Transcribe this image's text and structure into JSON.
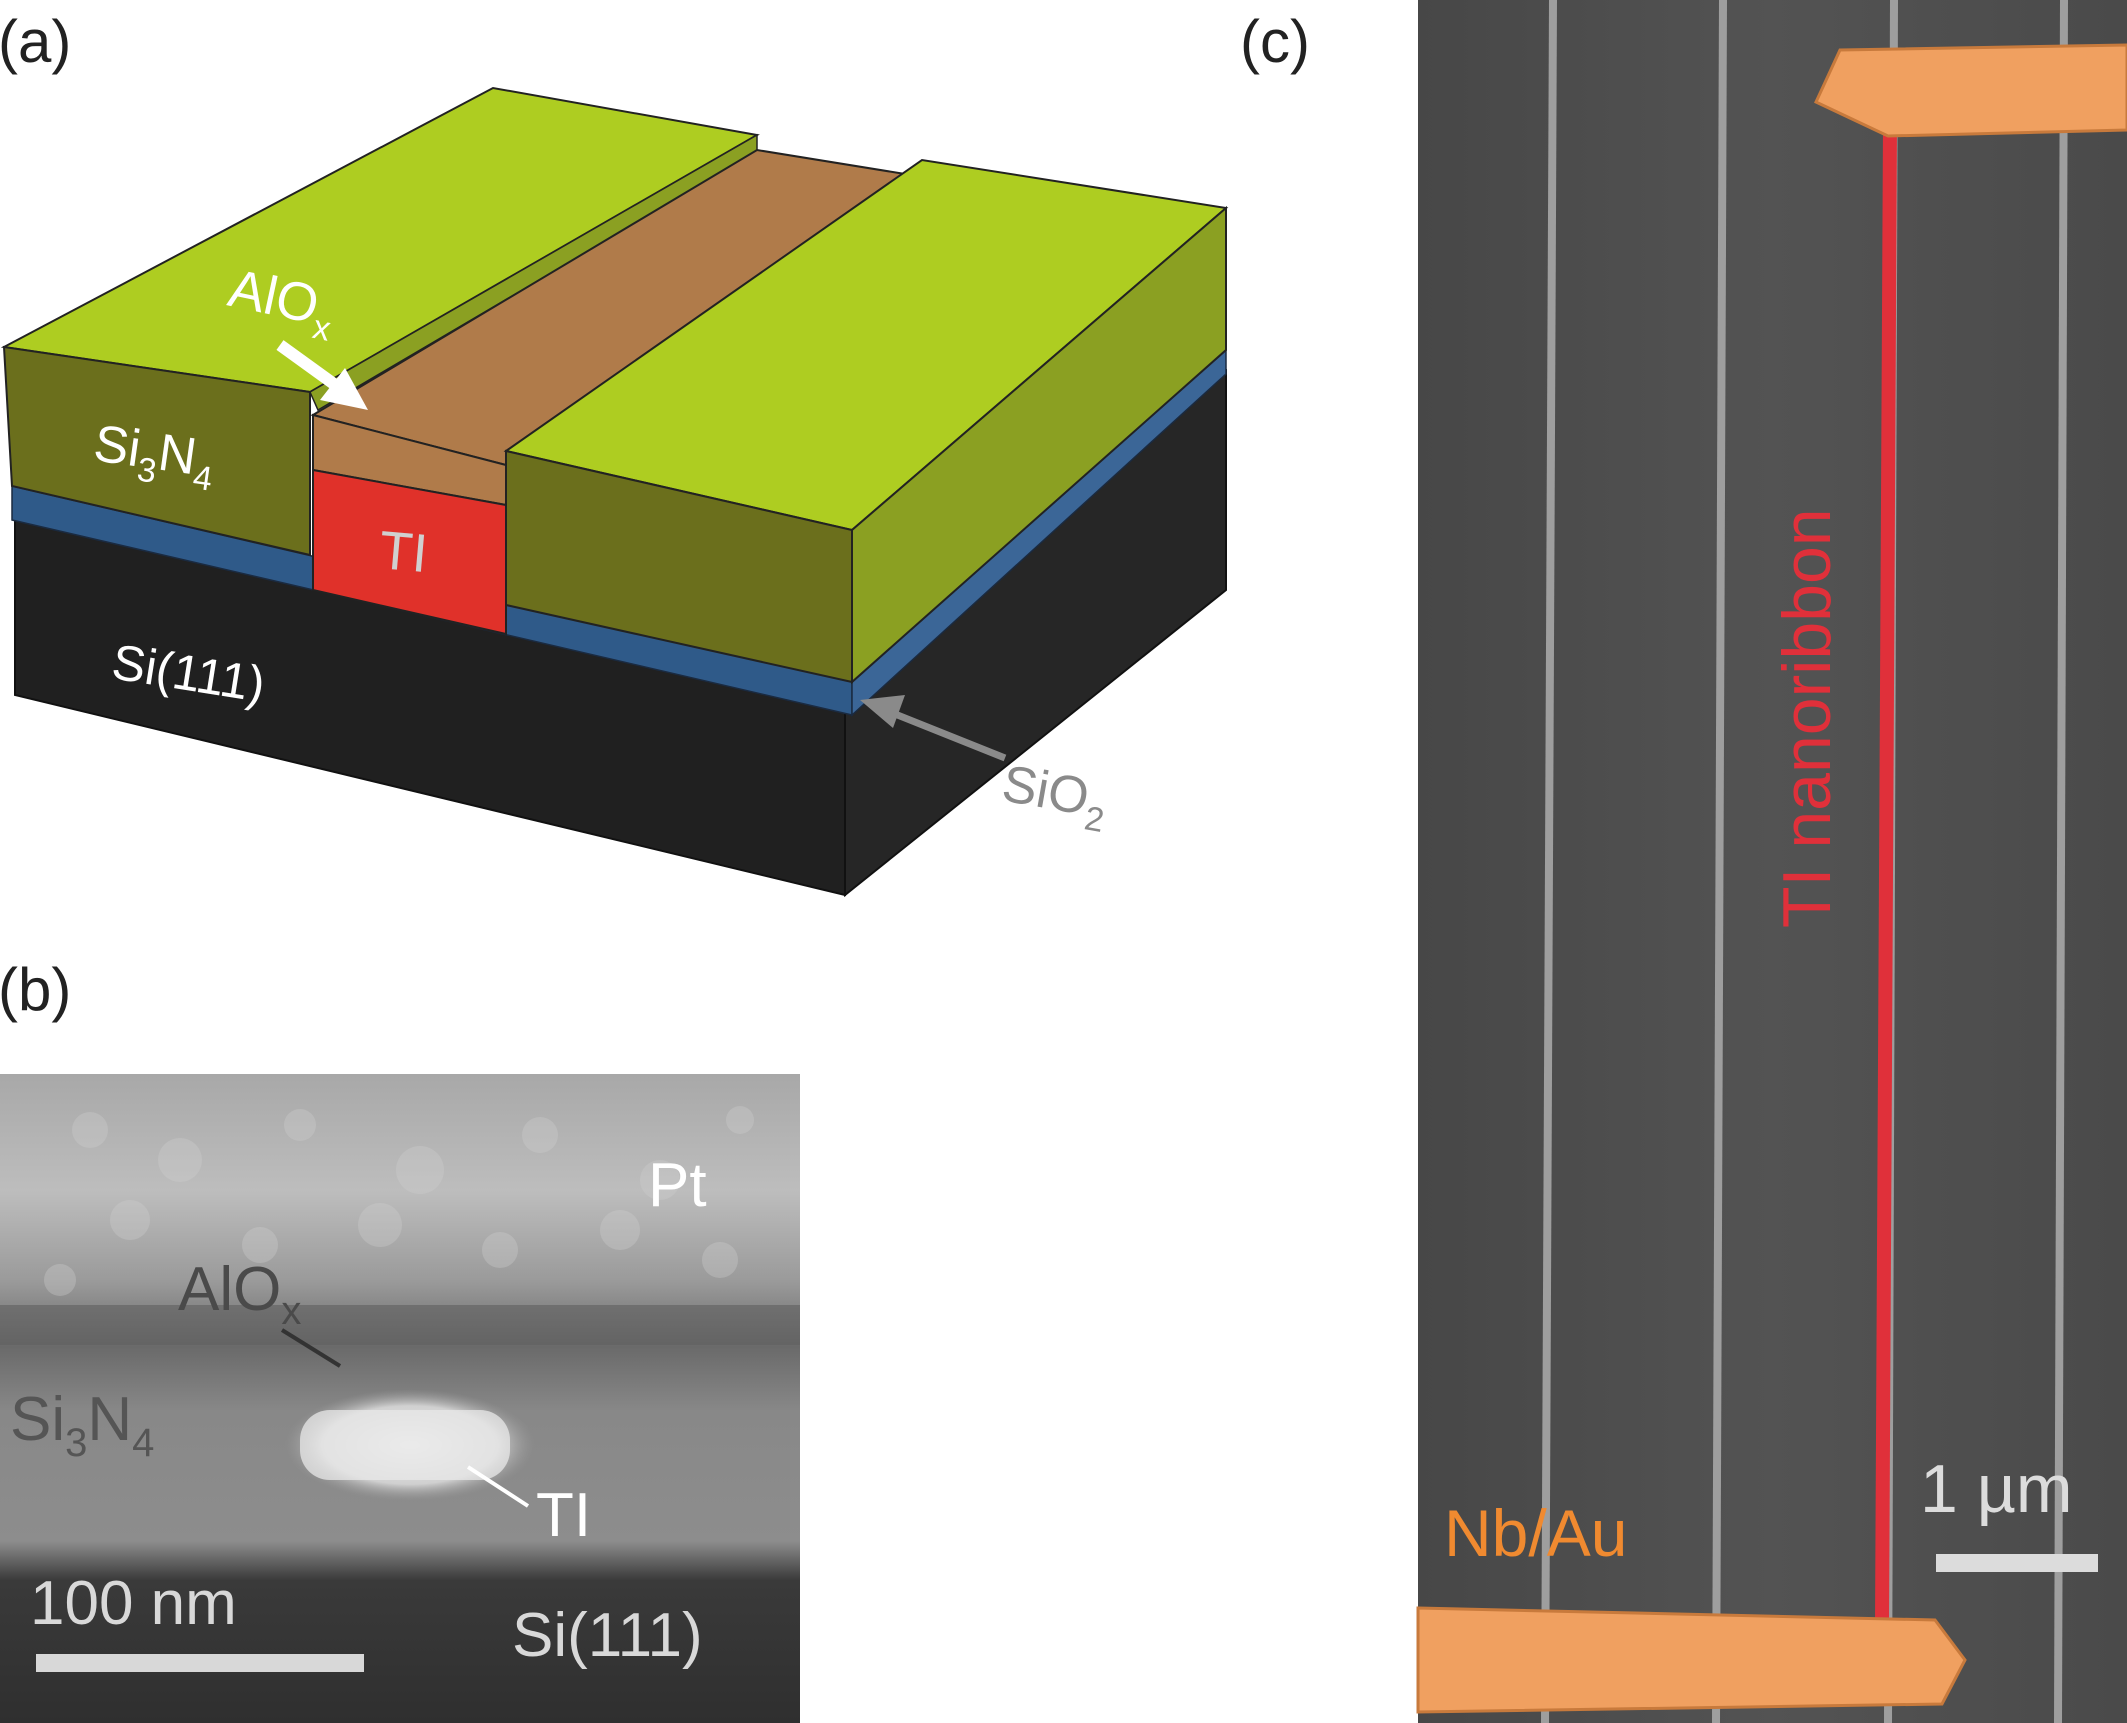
{
  "panels": {
    "a": {
      "label": "(a)",
      "layers": {
        "aloxSymbol": "AlO",
        "aloxSub": "x",
        "si3n4": {
          "a": "Si",
          "b": "3",
          "c": "N",
          "d": "4"
        },
        "ti": "TI",
        "substrate": "Si(111)",
        "sio2Symbol": "SiO",
        "sio2Sub": "2"
      }
    },
    "b": {
      "label": "(b)",
      "labels": {
        "pt": "Pt",
        "aloxSymbol": "AlO",
        "aloxSub": "x",
        "si3n4": {
          "a": "Si",
          "b": "3",
          "c": "N",
          "d": "4"
        },
        "ti": "TI",
        "substrate": "Si(111)"
      },
      "scalebar": "100 nm"
    },
    "c": {
      "label": "(c)",
      "nanoribbon": "TI nanoribbon",
      "contacts": "Nb/Au",
      "scalebar": "1 µm"
    }
  },
  "colors": {
    "nitride_top": "#aecd21",
    "nitride_front": "#6b6f1c",
    "nitride_side": "#8ba022",
    "contact_gold": "#b07b4a",
    "ti_red": "#e0312a",
    "sio2_blue": "#2e5a8a",
    "substrate": "#222222",
    "sem_contact": "#f0a060",
    "sem_ribbon": "#e0303a"
  }
}
